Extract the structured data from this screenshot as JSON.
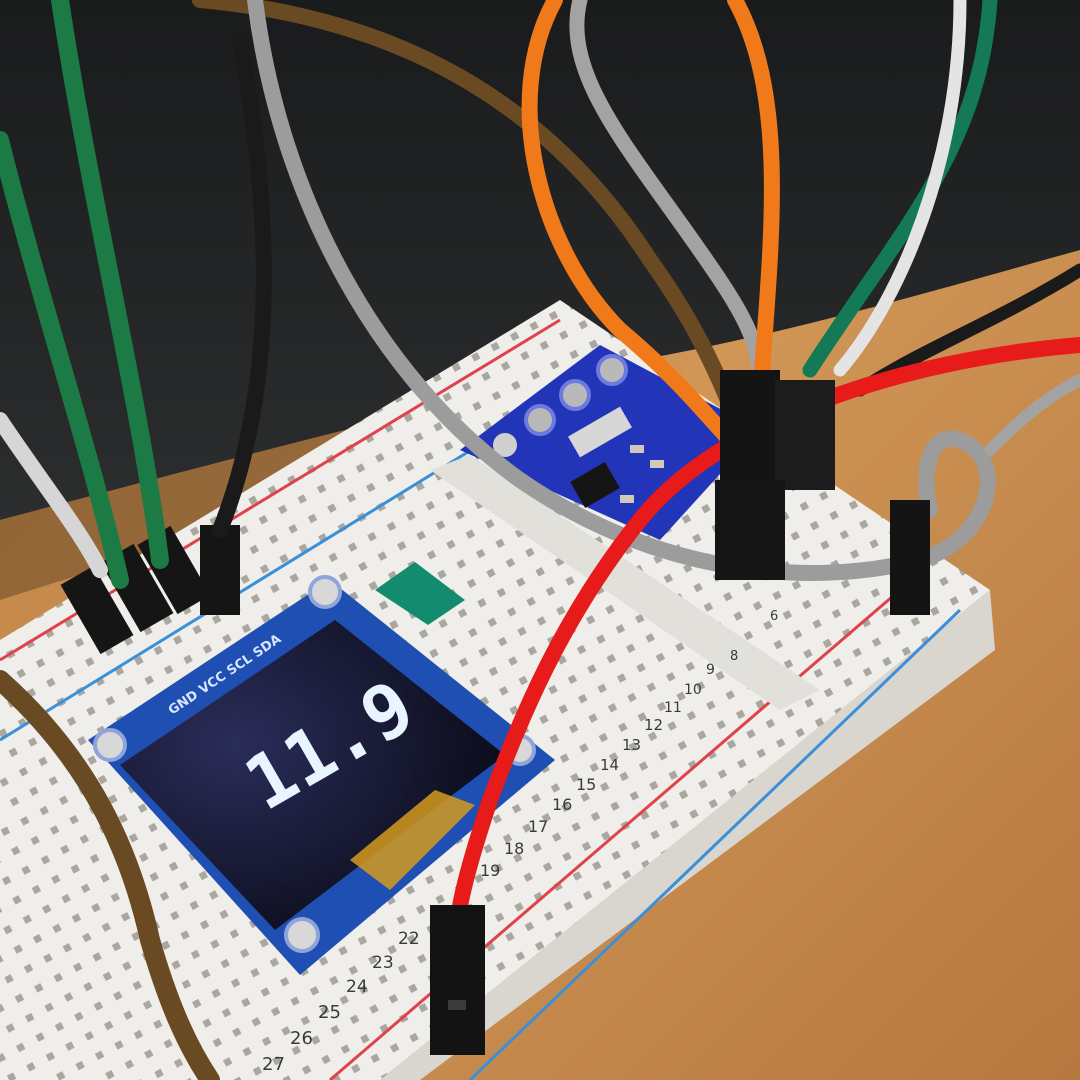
{
  "oled": {
    "reading": "11.9",
    "pin_labels": "GND VCC SCL SDA",
    "text_color": "#e8f4ff",
    "board_color": "#1f4fb3"
  },
  "breadboard": {
    "row_numbers": [
      "6",
      "8",
      "9",
      "10",
      "11",
      "12",
      "13",
      "14",
      "15",
      "16",
      "17",
      "18",
      "19",
      "22",
      "23",
      "24",
      "25",
      "26",
      "27"
    ]
  },
  "colors": {
    "desk": "#c98a4e",
    "breadboard": "#efeeea",
    "rail_red": "#e0424a",
    "rail_blue": "#3a8fd8",
    "sensor_board": "#2234b8",
    "wire_red": "#e81b1b",
    "wire_orange": "#f07a1a",
    "wire_green": "#1c7a45",
    "wire_black": "#1a1a1a",
    "wire_gray": "#9c9c9c",
    "wire_brown": "#6a4a22"
  }
}
